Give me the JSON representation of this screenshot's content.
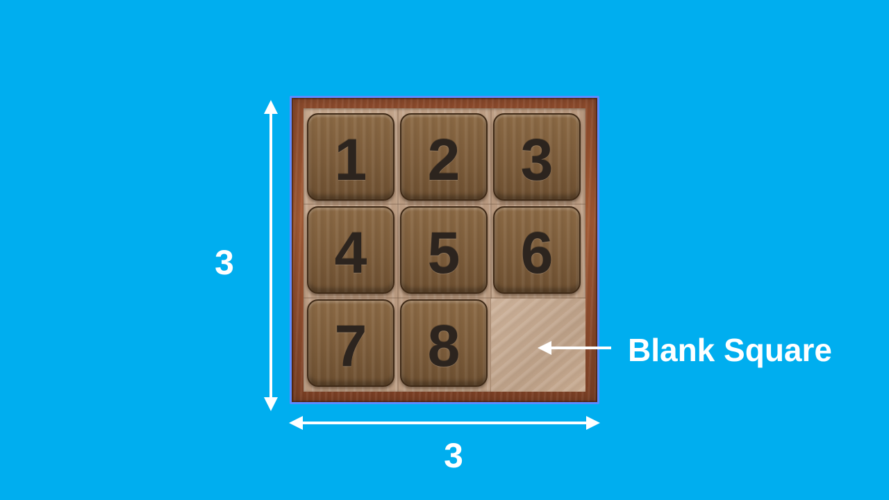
{
  "puzzle": {
    "rows": 3,
    "cols": 3,
    "tiles": [
      "1",
      "2",
      "3",
      "4",
      "5",
      "6",
      "7",
      "8"
    ],
    "blank_position": {
      "row": 3,
      "col": 3
    }
  },
  "annotations": {
    "height_label": "3",
    "width_label": "3",
    "blank_square_label": "Blank Square",
    "color": "#FFFFFF"
  },
  "colors": {
    "background": "#00AEEF",
    "board_outline": "#5B8CFF",
    "frame_wood": "#A35A33",
    "tile_wood": "#7D5D3B",
    "tile_number": "#2C241E"
  }
}
